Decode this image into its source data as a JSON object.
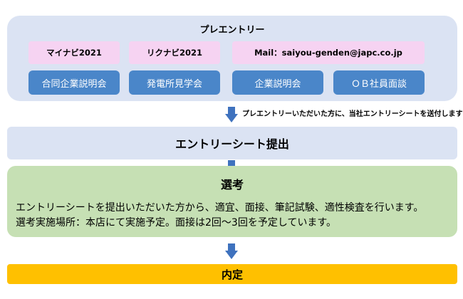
{
  "pre_entry": {
    "title": "プレエントリー",
    "sites": [
      "マイナビ2021",
      "リクナビ2021",
      "Mail：saiyou-genden@japc.co.jp"
    ],
    "events": [
      "合同企業説明会",
      "発電所見学会",
      "企業説明会",
      "ＯＢ社員面談"
    ]
  },
  "note": "プレエントリーいただいた方に、当社エントリーシートを送付します",
  "entry_sheet": {
    "label": "エントリーシート提出"
  },
  "selection": {
    "title": "選考",
    "line1": "エントリーシートを提出いただいた方から、適宜、面接、筆記試験、適性検査を行います。",
    "line2": "選考実施場所：本店にて実施予定。面接は2回～3回を予定しています。"
  },
  "offer": {
    "label": "内定"
  },
  "colors": {
    "panel_bg": "#dbe3f3",
    "pink_box": "#f6d3f2",
    "blue_box": "#4a86c9",
    "arrow": "#3f72be",
    "green_box": "#c6e0b4",
    "final_box": "#ffc000"
  }
}
